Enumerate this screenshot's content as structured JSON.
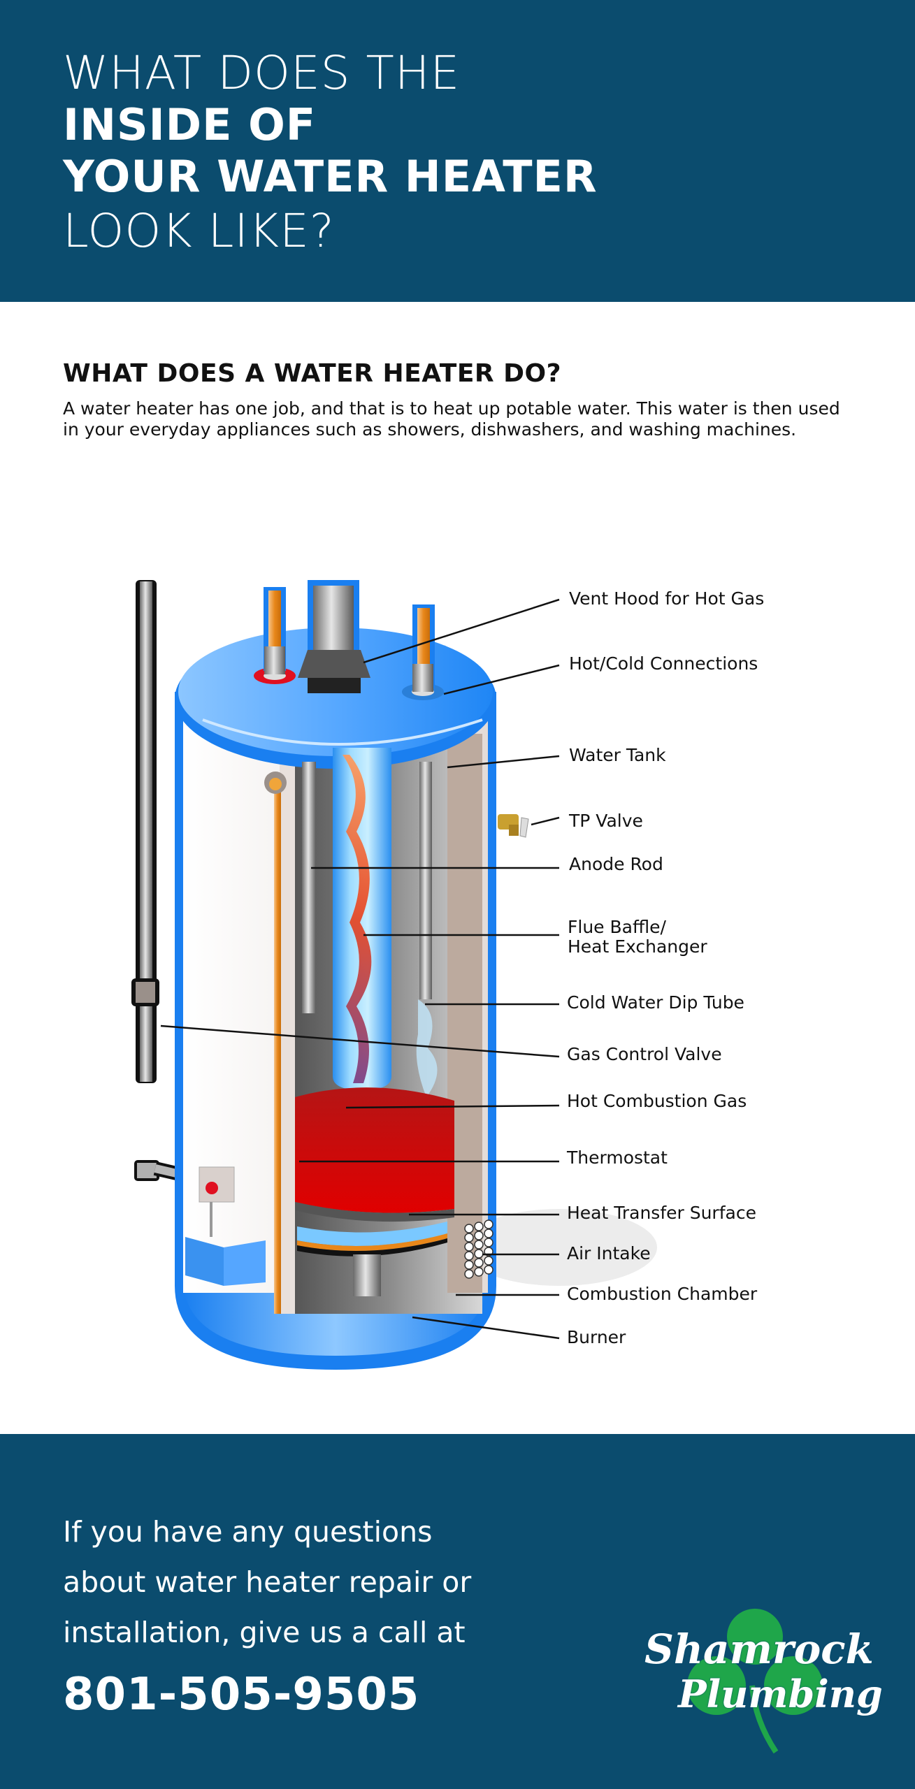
{
  "header": {
    "line1": "WHAT DOES THE",
    "line2": "INSIDE OF",
    "line3": "YOUR WATER HEATER",
    "line4": "LOOK LIKE?",
    "background_color": "#0b4c6e"
  },
  "intro": {
    "title": "WHAT DOES A WATER HEATER DO?",
    "body": "A water heater has one job, and that is to heat up potable water. This water is then used in your everyday appliances  such as showers, dishwashers, and washing machines."
  },
  "diagram": {
    "subject": "gas water heater cutaway",
    "labels": [
      {
        "id": "vent-hood",
        "text": "Vent Hood for Hot Gas"
      },
      {
        "id": "hot-cold-connections",
        "text": "Hot/Cold Connections"
      },
      {
        "id": "water-tank",
        "text": "Water Tank"
      },
      {
        "id": "tp-valve",
        "text": "TP Valve"
      },
      {
        "id": "anode-rod",
        "text": "Anode Rod"
      },
      {
        "id": "flue-baffle",
        "text": "Flue Baffle/",
        "text2": "Heat Exchanger"
      },
      {
        "id": "cold-water-dip-tube",
        "text": "Cold Water Dip Tube"
      },
      {
        "id": "gas-control-valve",
        "text": "Gas Control Valve"
      },
      {
        "id": "hot-combustion-gas",
        "text": "Hot Combustion Gas"
      },
      {
        "id": "thermostat",
        "text": "Thermostat"
      },
      {
        "id": "heat-transfer-surface",
        "text": "Heat Transfer Surface"
      },
      {
        "id": "air-intake",
        "text": "Air Intake"
      },
      {
        "id": "combustion-chamber",
        "text": "Combustion Chamber"
      },
      {
        "id": "burner",
        "text": "Burner"
      }
    ],
    "colors": {
      "tank_blue": "#1a7ff0",
      "hot_ring": "#e01020",
      "cold_ring": "#2a7fd8",
      "copper_pipe": "#e8871a",
      "flame_red": "#d80000"
    }
  },
  "footer": {
    "cta_line1": "If you have any questions",
    "cta_line2": "about water heater repair or",
    "cta_line3": "installation, give us a call at",
    "phone": "801-505-9505",
    "logo_line1": "Shamrock",
    "logo_line2": "Plumbing",
    "logo_icon": "shamrock-icon",
    "logo_green": "#1fa64a"
  }
}
